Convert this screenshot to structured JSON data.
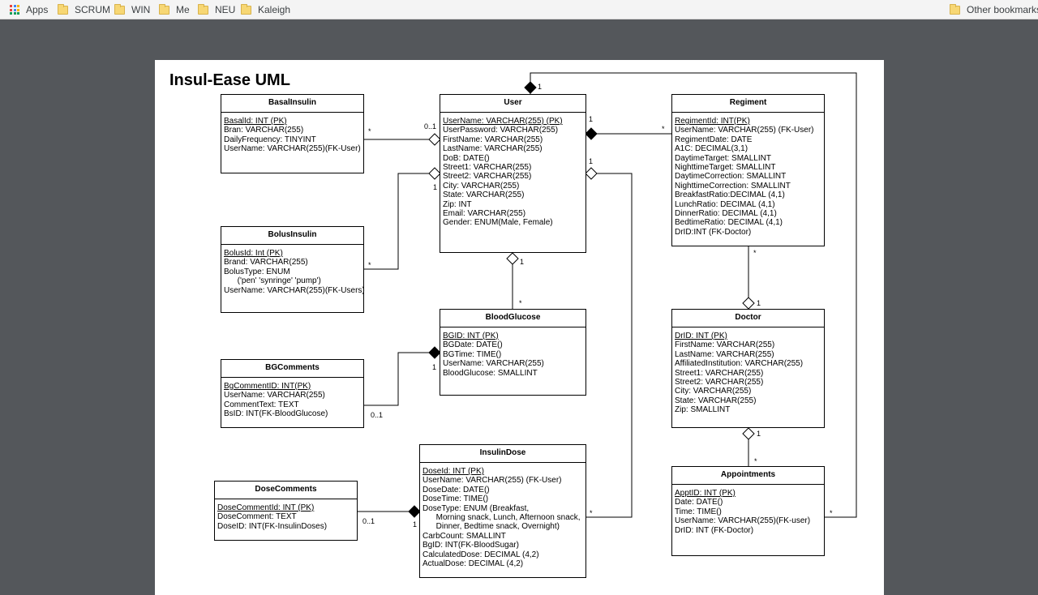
{
  "bookmarks": {
    "apps": "Apps",
    "folders": [
      "SCRUM",
      "WIN",
      "Me",
      "NEU",
      "Kaleigh"
    ],
    "other": "Other bookmarks"
  },
  "diagram": {
    "title": "Insul-Ease UML",
    "classes": {
      "basal": {
        "name": "BasalInsulin",
        "attrs": [
          "BasalId: INT (PK)",
          "Bran: VARCHAR(255)",
          "DailyFrequency: TINYINT",
          "UserName: VARCHAR(255)(FK-User)"
        ]
      },
      "bolus": {
        "name": "BolusInsulin",
        "attrs": [
          "BolusId: Int (PK)",
          "Brand: VARCHAR(255)",
          "BolusType: ENUM",
          "      ('pen' 'synringe' 'pump')",
          "UserName: VARCHAR(255)(FK-Users)"
        ]
      },
      "bgcomments": {
        "name": "BGComments",
        "attrs": [
          "BgCommentID: INT(PK)",
          "UserName: VARCHAR(255)",
          "CommentText: TEXT",
          "BsID: INT(FK-BloodGlucose)"
        ]
      },
      "dosecomments": {
        "name": "DoseComments",
        "attrs": [
          "DoseCommentId: INT (PK)",
          "DoseComment: TEXT",
          "DoseID: INT(FK-InsulinDoses)"
        ]
      },
      "user": {
        "name": "User",
        "attrs": [
          "UserName: VARCHAR(255) (PK)",
          "UserPassword: VARCHAR(255)",
          "FirstName: VARCHAR(255)",
          "LastName: VARCHAR(255)",
          "DoB: DATE()",
          "Street1: VARCHAR(255)",
          "Street2: VARCHAR(255)",
          "City: VARCHAR(255)",
          "State: VARCHAR(255)",
          "Zip: INT",
          "Email: VARCHAR(255)",
          "Gender: ENUM(Male, Female)"
        ]
      },
      "bloodglucose": {
        "name": "BloodGlucose",
        "attrs": [
          "BGID: INT (PK)",
          "BGDate: DATE()",
          "BGTime: TIME()",
          "UserName: VARCHAR(255)",
          "BloodGlucose: SMALLINT"
        ]
      },
      "insulindose": {
        "name": "InsulinDose",
        "attrs": [
          "DoseId: INT (PK)",
          "UserName: VARCHAR(255) (FK-User)",
          "DoseDate: DATE()",
          "DoseTime: TIME()",
          "DoseType: ENUM (Breakfast,",
          "      Morning snack, Lunch, Afternoon snack,",
          "      Dinner, Bedtime snack, Overnight)",
          "CarbCount: SMALLINT",
          "BgID: INT(FK-BloodSugar)",
          "CalculatedDose: DECIMAL (4,2)",
          "ActualDose: DECIMAL (4,2)"
        ]
      },
      "regiment": {
        "name": "Regiment",
        "attrs": [
          "RegimentId: INT(PK)",
          "UserName: VARCHAR(255) (FK-User)",
          "RegimentDate: DATE",
          "A1C: DECIMAL(3,1)",
          "DaytimeTarget: SMALLINT",
          "NighttimeTarget: SMALLINT",
          "DaytimeCorrection: SMALLINT",
          "NighttimeCorrection: SMALLINT",
          "BreakfastRatio:DECIMAL (4,1)",
          "LunchRatio: DECIMAL (4,1)",
          "DinnerRatio: DECIMAL (4,1)",
          "BedtimeRatio: DECIMAL (4,1)",
          "DrID:INT (FK-Doctor)"
        ]
      },
      "doctor": {
        "name": "Doctor",
        "attrs": [
          "DrID: INT (PK)",
          "FirstName: VARCHAR(255)",
          "LastName: VARCHAR(255)",
          "AffiliatedInstitution: VARCHAR(255)",
          "Street1: VARCHAR(255)",
          "Street2: VARCHAR(255)",
          "City: VARCHAR(255)",
          "State: VARCHAR(255)",
          "Zip: SMALLINT"
        ]
      },
      "appointments": {
        "name": "Appointments",
        "attrs": [
          "ApptID: INT (PK)",
          "Date: DATE()",
          "Time: TIME()",
          "UserName: VARCHAR(255)(FK-user)",
          "DrID: INT (FK-Doctor)"
        ]
      }
    },
    "multiplicities": [
      {
        "id": "m-user-top",
        "text": "1"
      },
      {
        "id": "m-basal",
        "text": "*"
      },
      {
        "id": "m-user-basal",
        "text": "0..1"
      },
      {
        "id": "m-bolus",
        "text": "*"
      },
      {
        "id": "m-user-bolus",
        "text": "1"
      },
      {
        "id": "m-user-reg",
        "text": "1"
      },
      {
        "id": "m-reg-user",
        "text": "*"
      },
      {
        "id": "m-user-dose",
        "text": "1"
      },
      {
        "id": "m-user-bg",
        "text": "1"
      },
      {
        "id": "m-bg-user",
        "text": "*"
      },
      {
        "id": "m-bg-comm",
        "text": "1"
      },
      {
        "id": "m-comm-bg",
        "text": "0..1"
      },
      {
        "id": "m-reg-doc",
        "text": "*"
      },
      {
        "id": "m-doc-reg",
        "text": "1"
      },
      {
        "id": "m-doc-appt",
        "text": "1"
      },
      {
        "id": "m-appt-doc",
        "text": "*"
      },
      {
        "id": "m-dosec",
        "text": "0..1"
      },
      {
        "id": "m-dose-dosec",
        "text": "1"
      },
      {
        "id": "m-dose-user",
        "text": "*"
      },
      {
        "id": "m-appt-user",
        "text": "*"
      }
    ]
  }
}
